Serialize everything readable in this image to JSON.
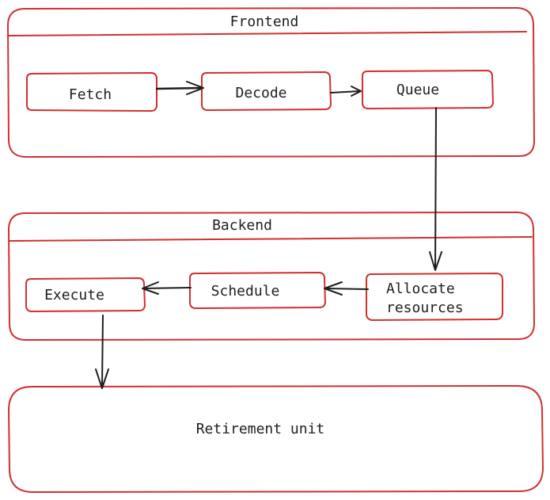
{
  "colors": {
    "border": "#d32f2f",
    "text": "#1e1e1e",
    "background": "#ffffff"
  },
  "frontend": {
    "title": "Frontend",
    "fetch": "Fetch",
    "decode": "Decode",
    "queue": "Queue"
  },
  "backend": {
    "title": "Backend",
    "allocate_line1": "Allocate",
    "allocate_line2": "resources",
    "schedule": "Schedule",
    "execute": "Execute"
  },
  "retirement": {
    "label": "Retirement unit"
  }
}
